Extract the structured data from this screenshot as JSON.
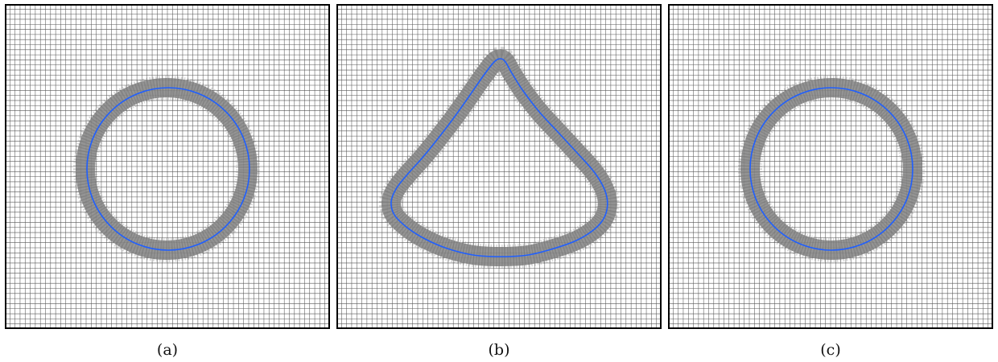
{
  "panels": [
    {
      "caption": "(a)",
      "shape": "circle-offset"
    },
    {
      "caption": "(b)",
      "shape": "teardrop"
    },
    {
      "caption": "(c)",
      "shape": "circle-offset"
    }
  ],
  "colors": {
    "background_mesh": "#3a3a3a",
    "refined_band": "#8a8a8a",
    "interface_curve": "#1f5fff",
    "frame": "#000000"
  }
}
